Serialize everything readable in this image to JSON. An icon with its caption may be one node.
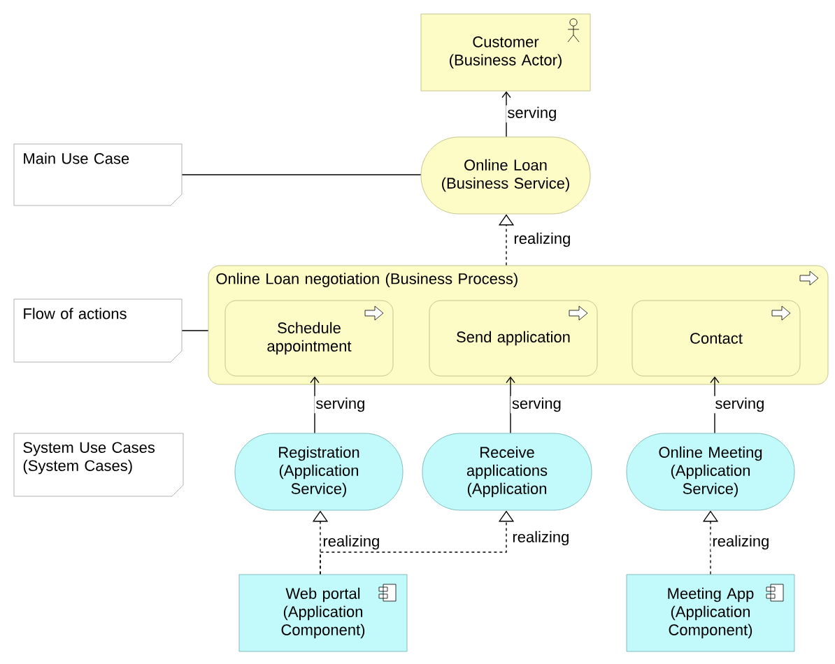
{
  "diagram": {
    "nodes": [
      {
        "text": [
          "Customer (Business Actor)"
        ]
      },
      {
        "text": [
          "Main Use Case"
        ]
      },
      {
        "text": [
          "Online Loan (Business Service)"
        ]
      },
      {
        "text": [
          "Flow of actions"
        ]
      },
      {
        "text": [
          "Online Loan negotiation (Business Process)"
        ]
      },
      {
        "text": [
          "Schedule appointment"
        ],
        "in": 4
      },
      {
        "text": [
          "Send application"
        ],
        "in": 4
      },
      {
        "text": [
          "Contact"
        ],
        "in": 4
      },
      {
        "text": [
          "System Use Cases (System Cases)"
        ]
      },
      {
        "text": [
          "Registration (Application Service)"
        ]
      },
      {
        "text": [
          "Receive applications (Application"
        ]
      },
      {
        "text": [
          "Online Meeting (Application Service)"
        ]
      },
      {
        "text": [
          "Web portal (Application Component)"
        ]
      },
      {
        "text": [
          "Meeting App (Application Component)"
        ]
      }
    ],
    "edges": [
      {
        "from": 2,
        "to": 0,
        "arrow": "to",
        "label": "serving"
      },
      {
        "from": 1,
        "to": 2,
        "arrow": "none"
      },
      {
        "from": 4,
        "to": 2,
        "arrow": "to",
        "label": "realizing",
        "style": "dashed"
      },
      {
        "from": 3,
        "to": 4,
        "arrow": "none"
      },
      {
        "from": 9,
        "to": 5,
        "arrow": "to",
        "label": "serving"
      },
      {
        "from": 10,
        "to": 6,
        "arrow": "to",
        "label": "serving"
      },
      {
        "from": 11,
        "to": 7,
        "arrow": "to",
        "label": "serving"
      },
      {
        "from": 12,
        "to": 9,
        "arrow": "to",
        "label": "realizing",
        "style": "dashed"
      },
      {
        "from": 12,
        "to": 10,
        "arrow": "to",
        "label": "realizing",
        "style": "dashed"
      },
      {
        "from": 13,
        "to": 11,
        "arrow": "to",
        "label": "realizing",
        "style": "dashed"
      }
    ]
  }
}
